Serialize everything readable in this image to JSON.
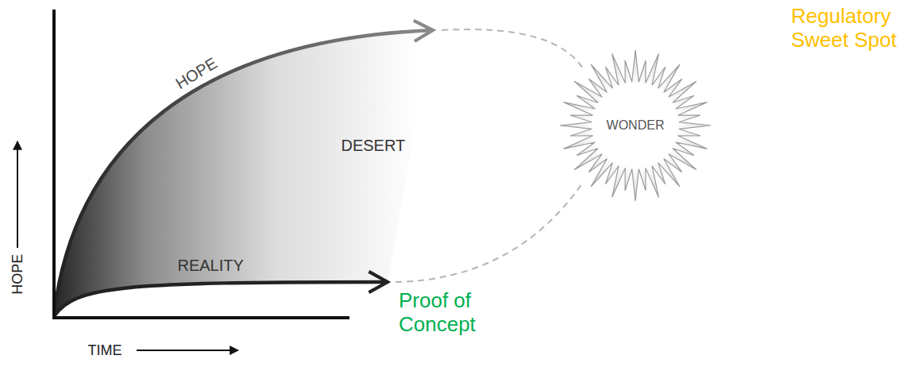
{
  "diagram": {
    "nodes": [
      {
        "text": [
          "WONDER"
        ]
      }
    ],
    "labels": [
      "HOPE",
      "DESERT",
      "REALITY",
      "Regulatory Sweet Spot",
      "Proof of Concept",
      "HOPE",
      "TIME"
    ]
  }
}
